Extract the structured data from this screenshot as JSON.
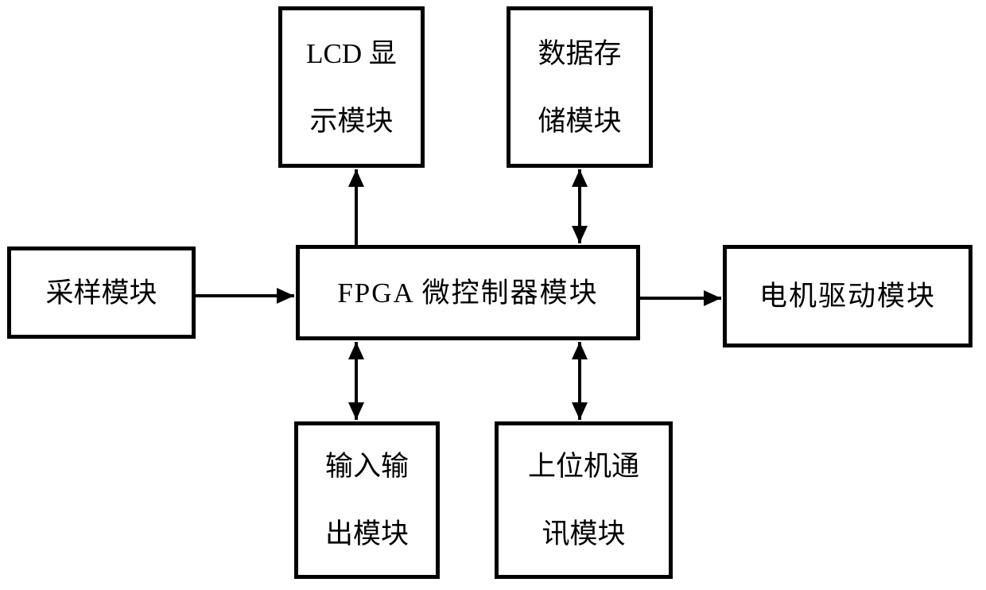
{
  "diagram": {
    "background_color": "#ffffff",
    "line_color": "#000000",
    "boxes": {
      "lcd_display": {
        "id": "lcd_display",
        "lines": [
          "LCD 显",
          "示模块"
        ],
        "full_label": "LCD 显示模块"
      },
      "data_storage": {
        "id": "data_storage",
        "lines": [
          "数据存",
          "储模块"
        ],
        "full_label": "数据存储模块"
      },
      "sampling": {
        "id": "sampling",
        "lines": [
          "采样模块"
        ],
        "full_label": "采样模块"
      },
      "fpga": {
        "id": "fpga",
        "lines": [
          "FPGA 微控制器模块"
        ],
        "full_label": "FPGA 微控制器模块"
      },
      "motor_drive": {
        "id": "motor_drive",
        "lines": [
          "电机驱动模块"
        ],
        "full_label": "电机驱动模块"
      },
      "input_output": {
        "id": "input_output",
        "lines": [
          "输入输",
          "出模块"
        ],
        "full_label": "输入输出模块"
      },
      "host_comm": {
        "id": "host_comm",
        "lines": [
          "上位机通",
          "讯模块"
        ],
        "full_label": "上位机通讯模块"
      }
    },
    "connections": [
      {
        "from": "fpga",
        "to": "lcd_display",
        "arrows": "single",
        "direction": "up"
      },
      {
        "from": "fpga",
        "to": "data_storage",
        "arrows": "double",
        "direction": "vertical"
      },
      {
        "from": "sampling",
        "to": "fpga",
        "arrows": "single",
        "direction": "right"
      },
      {
        "from": "fpga",
        "to": "motor_drive",
        "arrows": "single",
        "direction": "right"
      },
      {
        "from": "fpga",
        "to": "input_output",
        "arrows": "double",
        "direction": "vertical"
      },
      {
        "from": "fpga",
        "to": "host_comm",
        "arrows": "double",
        "direction": "vertical"
      }
    ]
  }
}
